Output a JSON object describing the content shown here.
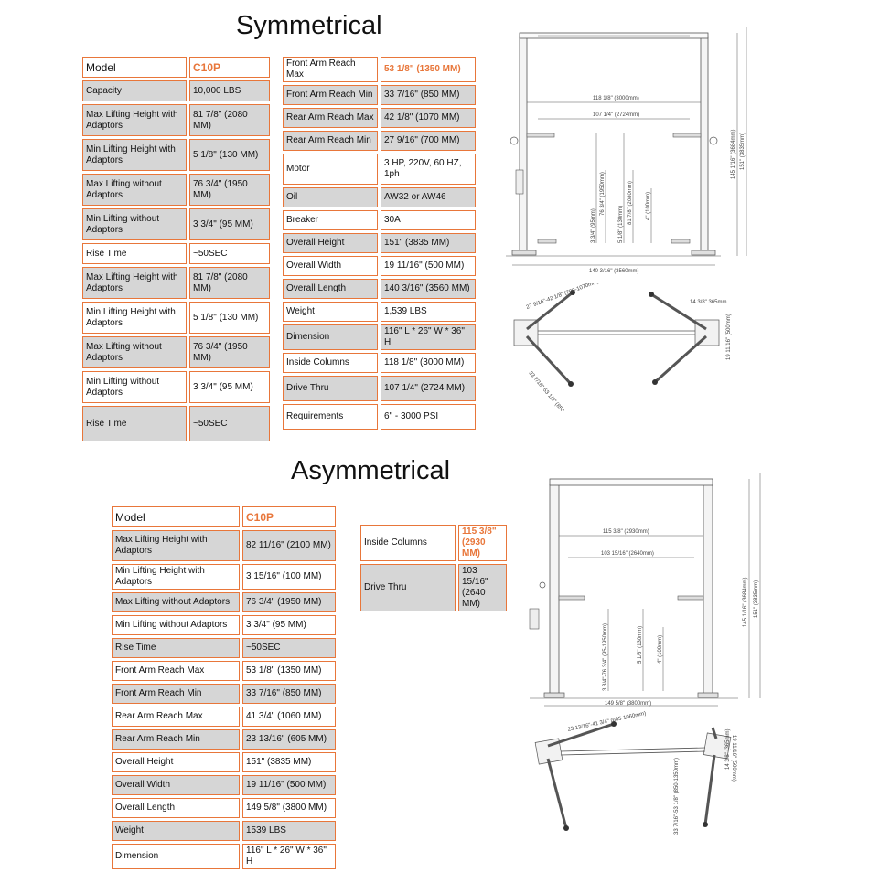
{
  "symmetrical": {
    "title": "Symmetrical",
    "left_table": [
      {
        "label": "Model",
        "value": "C10P",
        "head": true,
        "shade": false,
        "h": 19
      },
      {
        "label": "Capacity",
        "value": "10,000 LBS",
        "shade": true,
        "h": 19
      },
      {
        "label": "Max Lifting Height with Adaptors",
        "value": "81 7/8\" (2080 MM)",
        "shade": true,
        "h": 31
      },
      {
        "label": "Min Lifting Height with Adaptors",
        "value": "5 1/8\" (130 MM)",
        "shade": true,
        "h": 31
      },
      {
        "label": "Max Lifting without Adaptors",
        "value": "76 3/4\" (1950 MM)",
        "shade": true,
        "h": 31
      },
      {
        "label": "Min Lifting without Adaptors",
        "value": "3 3/4\" (95 MM)",
        "shade": true,
        "h": 31
      },
      {
        "label": "Rise Time",
        "value": "~50SEC",
        "shade": false,
        "h": 19
      },
      {
        "label": "Max Lifting Height with Adaptors",
        "value": "81 7/8\" (2080 MM)",
        "shade": true,
        "h": 31
      },
      {
        "label": "Min Lifting Height with Adaptors",
        "value": "5 1/8\" (130 MM)",
        "shade": false,
        "h": 31
      },
      {
        "label": "Max Lifting without Adaptors",
        "value": "76 3/4\" (1950 MM)",
        "shade": true,
        "h": 31
      },
      {
        "label": "Min Lifting without Adaptors",
        "value": "3 3/4\" (95 MM)",
        "shade": false,
        "h": 31
      },
      {
        "label": "Rise Time",
        "value": "~50SEC",
        "shade": true,
        "h": 35
      }
    ],
    "right_table": [
      {
        "label": "Front Arm Reach Max",
        "value": "53 1/8\" (1350 MM)",
        "orange": true,
        "shade": false,
        "h": 18
      },
      {
        "label": "Front Arm Reach Min",
        "value": "33 7/16\" (850 MM)",
        "shade": true,
        "h": 18
      },
      {
        "label": "Rear Arm Reach Max",
        "value": "42 1/8\" (1070 MM)",
        "shade": true,
        "h": 18
      },
      {
        "label": "Rear Arm Reach Min",
        "value": "27 9/16\" (700 MM)",
        "shade": true,
        "h": 18
      },
      {
        "label": "Motor",
        "value": "3 HP, 220V, 60 HZ, 1ph",
        "shade": false,
        "h": 30
      },
      {
        "label": "Oil",
        "value": "AW32 or AW46",
        "shade": true,
        "h": 18
      },
      {
        "label": "Breaker",
        "value": "30A",
        "shade": false,
        "h": 18
      },
      {
        "label": "Overall Height",
        "value": "151\" (3835 MM)",
        "shade": true,
        "h": 18
      },
      {
        "label": "Overall Width",
        "value": "19 11/16\" (500 MM)",
        "shade": false,
        "h": 18
      },
      {
        "label": "Overall Length",
        "value": "140 3/16\" (3560 MM)",
        "shade": true,
        "h": 18
      },
      {
        "label": "Weight",
        "value": "1,539 LBS",
        "shade": false,
        "h": 18
      },
      {
        "label": "Dimension",
        "value": "116\" L * 26\" W * 36\" H",
        "shade": true,
        "h": 18
      },
      {
        "label": "Inside Columns",
        "value": "118 1/8\" (3000 MM)",
        "shade": false,
        "h": 18
      },
      {
        "label": "Drive Thru",
        "value": "107 1/4\" (2724 MM)",
        "shade": true,
        "h": 24
      },
      {
        "label": "Requirements",
        "value": "6\" - 3000 PSI",
        "shade": false,
        "h": 24
      }
    ],
    "diagram": {
      "front": {
        "inside": "118 1/8\" (3000mm)",
        "drive": "107 1/4\" (2724mm)",
        "base": "140 3/16\" (3560mm)",
        "h1": "145 1/16\" (3684mm)",
        "h2": "151\" (3835mm)",
        "lift1": "3 3/4\" (95mm)",
        "lift2": "76 3/4\" (1950mm)",
        "lift3": "5 1/8\" (130mm)",
        "lift4": "81 7/8\" (2080mm)",
        "lift5": "4\" (100mm)"
      },
      "top": {
        "rear": "27 9/16\"-42 1/8\" (700-1070mm)",
        "front": "33 7/16\"-53 1/8\" (850-1350mm)",
        "col": "14 3/8\" 365mm",
        "width": "19 11/16\" (500mm)"
      }
    }
  },
  "asymmetrical": {
    "title": "Asymmetrical",
    "left_table": [
      {
        "label": "Model",
        "value": "C10P",
        "head": true,
        "shade": false,
        "h": 19
      },
      {
        "label": "Max Lifting Height with Adaptors",
        "value": "82 11/16\" (2100 MM)",
        "shade": true,
        "h": 30
      },
      {
        "label": "Min Lifting Height with Adaptors",
        "value": "3 15/16\" (100 MM)",
        "shade": false,
        "h": 18
      },
      {
        "label": "Max Lifting without Adaptors",
        "value": "76 3/4\" (1950 MM)",
        "shade": true,
        "h": 18
      },
      {
        "label": "Min Lifting without Adaptors",
        "value": "3 3/4\" (95 MM)",
        "shade": false,
        "h": 18
      },
      {
        "label": "Rise Time",
        "value": "~50SEC",
        "shade": true,
        "h": 18
      },
      {
        "label": "Front Arm Reach Max",
        "value": "53 1/8\" (1350 MM)",
        "shade": false,
        "h": 18
      },
      {
        "label": "Front Arm Reach Min",
        "value": "33 7/16\" (850 MM)",
        "shade": true,
        "h": 18
      },
      {
        "label": "Rear Arm Reach Max",
        "value": "41 3/4\" (1060 MM)",
        "shade": false,
        "h": 18
      },
      {
        "label": "Rear Arm Reach Min",
        "value": "23 13/16\" (605 MM)",
        "shade": true,
        "h": 18
      },
      {
        "label": "Overall Height",
        "value": "151\" (3835 MM)",
        "shade": false,
        "h": 18
      },
      {
        "label": "Overall Width",
        "value": "19 11/16\" (500 MM)",
        "shade": true,
        "h": 18
      },
      {
        "label": "Overall Length",
        "value": "149 5/8\" (3800 MM)",
        "shade": false,
        "h": 18
      },
      {
        "label": "Weight",
        "value": "1539 LBS",
        "shade": true,
        "h": 18
      },
      {
        "label": "Dimension",
        "value": "116\" L * 26\" W * 36\" H",
        "shade": false,
        "h": 18
      }
    ],
    "right_table": [
      {
        "label": "Inside Columns",
        "value": "115 3/8\" (2930 MM)",
        "orange": true,
        "shade": false,
        "h": 28
      },
      {
        "label": "Drive Thru",
        "value": "103 15/16\" (2640 MM)",
        "shade": true,
        "h": 28
      }
    ],
    "diagram": {
      "front": {
        "inside": "115 3/8\" (2930mm)",
        "drive": "103 15/16\" (2640mm)",
        "base": "149 5/8\" (3800mm)",
        "h1": "145 1/16\" (3684mm)",
        "h2": "151\" (3835mm)",
        "lift1": "3 3/4\"-76 3/4\" (95-1950mm)",
        "lift2": "5 1/8\" (130mm)",
        "lift3": "4\" (100mm)"
      },
      "top": {
        "rear": "23 13/16\"-41 3/4\" (605-1060mm)",
        "front": "33 7/16\"-53 1/8\" (850-1350mm)",
        "col": "14 3/8\" (365mm)",
        "width": "19 11/16\" (500mm)"
      }
    }
  }
}
